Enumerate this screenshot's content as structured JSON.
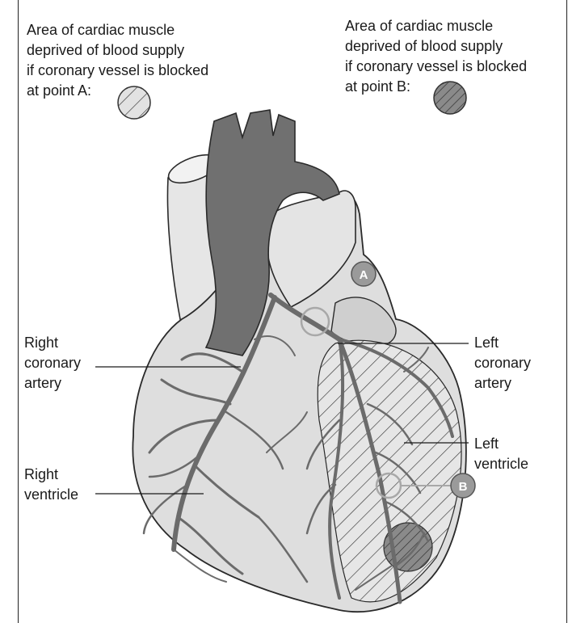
{
  "legend": {
    "a": {
      "lines": [
        "Area of cardiac muscle",
        "deprived of blood supply",
        "if coronary vessel is blocked",
        "at point A:"
      ],
      "swatch_fill": "#d6d6d6"
    },
    "b": {
      "lines": [
        "Area of cardiac muscle",
        "deprived of blood supply",
        "if coronary vessel is blocked",
        "at point B:"
      ],
      "swatch_fill": "#8a8a8a"
    }
  },
  "labels": {
    "right_coronary_artery": [
      "Right",
      "coronary",
      "artery"
    ],
    "right_ventricle": [
      "Right",
      "ventricle"
    ],
    "left_coronary_artery": [
      "Left",
      "coronary",
      "artery"
    ],
    "left_ventricle": [
      "Left",
      "ventricle"
    ]
  },
  "points": {
    "a": "A",
    "b": "B"
  },
  "colors": {
    "heart": "#dedede",
    "vessel": "#6b6b6b",
    "aorta": "#707070",
    "outline": "#2a2a2a",
    "point_marker": "#9a9a9a"
  }
}
